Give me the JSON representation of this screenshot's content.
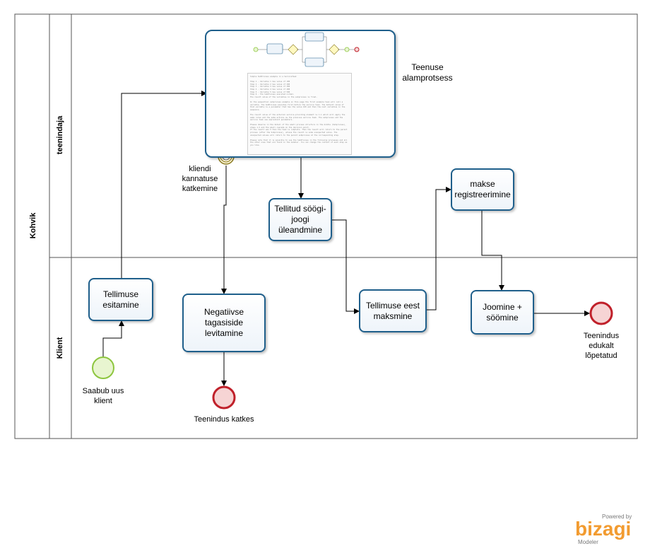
{
  "pool": {
    "name": "Kohvik"
  },
  "lanes": [
    {
      "id": "teenindaja",
      "name": "teenindaja"
    },
    {
      "id": "klient",
      "name": "Klient"
    }
  ],
  "events": {
    "start": {
      "label": "Saabub uus\nklient",
      "color": "#8dc63f"
    },
    "end_cancel": {
      "label": "Teenindus katkes",
      "color": "#c0202a"
    },
    "end_success": {
      "label": "Teenindus\nedukalt\nlõpetatud",
      "color": "#c0202a"
    },
    "boundary": {
      "label": "kliendi\nkannatuse\nkatkemine"
    }
  },
  "subprocess": {
    "label": "Teenuse\nalamprotsess",
    "doc_text": "Simple SubProcess example in a ServiceTask\n\nStep 1 - Variable 1 has value of 100\nStep 2 - Variable 2 has value of 200\nStep 3 - Variable 3 has value of 300\nStep 4 - Variable 4 has value of 400\nStep 5 - Variable 5 has value of 500\nStep 6 - The SubProcess executed normal.\nThe result value of the variables in the subprocess is final.\n\nIn the sequential subprocess example on this page the first example task will call a variable. The SubProcess executes first before the service task. The default value of that variable is a parameter that has the value 100 and then the next variables in the sequence.\n\nThe result value of the external service-providing element is 1-1 which will apply the same rules and the same actions as the previous service task. The subprocess and the service task use equivalent parameters.\n\nPlease observe in the detail of the small process structure in the middle (Subprocess), steps 1-5 and the small cascade on the decision point.\nIf the result was 5 then the task is complete. Then the result will return to the parent process (after the Subprocess), unless the result is some unexpected value. The unexpected values will return to the parent subprocess at the corresponding step.\n\nPlease note that it is possible to use the SubProcess in the following processes and all the other ones that are found in the modeler. You can change the content of each step as you like.",
    "mini_boxes": [
      "",
      "",
      "",
      ""
    ]
  },
  "tasks": [
    {
      "id": "tellimuse_esitamine",
      "label": "Tellimuse\nesitamine"
    },
    {
      "id": "tellitud",
      "label": "Tellitud söögi-\njoogi\nüleandmine"
    },
    {
      "id": "makse_reg",
      "label": "makse\nregistreerimine"
    },
    {
      "id": "negatiivse",
      "label": "Negatiivse tagasiside\nlevitamine"
    },
    {
      "id": "tellimuse_eest",
      "label": "Tellimuse eest\nmaksmine"
    },
    {
      "id": "joomine",
      "label": "Joomine +\nsöömine"
    }
  ],
  "branding": {
    "powered": "Powered by",
    "name": "bizagi",
    "modeler": "Modeler",
    "color": "#f29b30"
  }
}
